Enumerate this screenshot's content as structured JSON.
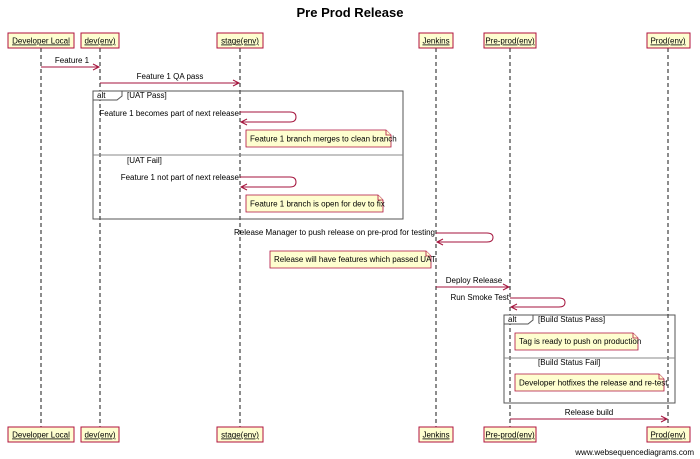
{
  "title": "Pre Prod Release",
  "participants": [
    {
      "label": "Developer Local"
    },
    {
      "label": "dev(env)"
    },
    {
      "label": "stage(env)"
    },
    {
      "label": "Jenkins"
    },
    {
      "label": "Pre-prod(env)"
    },
    {
      "label": "Prod(env)"
    }
  ],
  "messages": [
    {
      "from": 0,
      "to": 1,
      "text": "Feature 1"
    },
    {
      "from": 1,
      "to": 2,
      "text": "Feature 1 QA pass"
    },
    {
      "from": 2,
      "to": 2,
      "text": "Feature 1 becomes part of next release"
    },
    {
      "from": 2,
      "to": 2,
      "text": "Feature 1 not part of next release"
    },
    {
      "from": 3,
      "to": 3,
      "text": "Release Manager to push release on pre-prod for testing"
    },
    {
      "from": 3,
      "to": 4,
      "text": "Deploy Release"
    },
    {
      "from": 4,
      "to": 4,
      "text": "Run Smoke Test"
    },
    {
      "from": 4,
      "to": 5,
      "text": "Release build"
    }
  ],
  "notes": [
    {
      "text": "Feature 1 branch merges to clean branch"
    },
    {
      "text": "Feature 1 branch is open for dev to fix"
    },
    {
      "text": "Release will have features which passed UAT"
    },
    {
      "text": "Tag is ready to push on production"
    },
    {
      "text": "Developer hotfixes the release and re-test"
    }
  ],
  "fragments": [
    {
      "keyword": "alt",
      "conditions": [
        "[UAT Pass]",
        "[UAT Fail]"
      ]
    },
    {
      "keyword": "alt",
      "conditions": [
        "[Build Status Pass]",
        "[Build Status Fail]"
      ]
    }
  ],
  "watermark": "www.websequencediagrams.com",
  "colors": {
    "accent": "#a4133c",
    "participant_fill": "#fefecf"
  }
}
